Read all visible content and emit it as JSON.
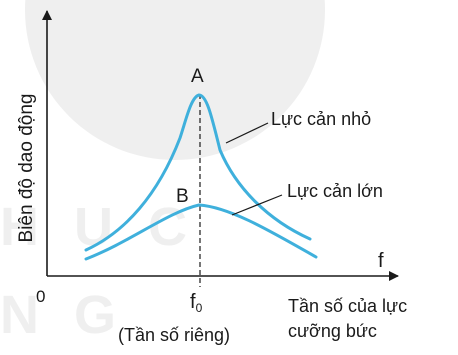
{
  "watermark": {
    "line1": "H U C",
    "line2": "N G"
  },
  "axes": {
    "y_title": "Biên độ dao động",
    "x_symbol": "f",
    "origin": "0"
  },
  "peaks": {
    "a": "A",
    "b": "B"
  },
  "curves": {
    "small_damping": "Lực cản nhỏ",
    "large_damping": "Lực cản lớn"
  },
  "f0": {
    "base": "f",
    "subscript": "0",
    "caption": "(Tần số riêng)"
  },
  "x_caption": {
    "line1": "Tần số của lực",
    "line2": "cưỡng bức"
  },
  "colors": {
    "curve": "#3fb0dc",
    "axis": "#1a1a1a",
    "bg_shape": "#ececec"
  }
}
